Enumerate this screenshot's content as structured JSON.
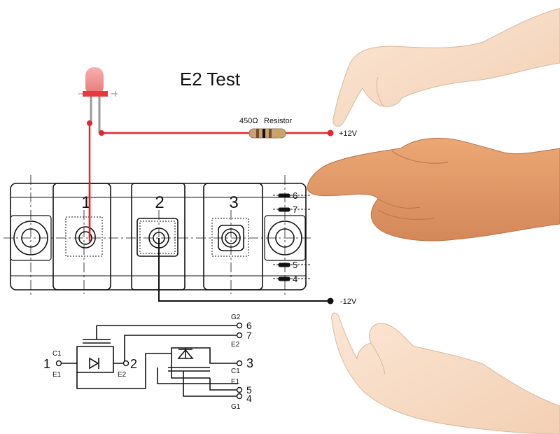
{
  "title": "E2 Test",
  "resistor": {
    "value": "450Ω",
    "word": "Resistor"
  },
  "supply": {
    "positive": "+12V",
    "negative": "-12V"
  },
  "module": {
    "terminals": [
      "1",
      "2",
      "3"
    ],
    "side_pins_top": [
      "6",
      "7"
    ],
    "side_pins_bottom": [
      "5",
      "4"
    ]
  },
  "schematic": {
    "left_terminal": "1",
    "left_c": "C1",
    "left_e": "E1",
    "mid_terminal": "2",
    "mid_e": "E2",
    "right_g2": "G2",
    "right_e2": "E2",
    "right_c1": "C1",
    "right_e1": "E1",
    "right_g1": "G1",
    "pin6": "6",
    "pin7": "7",
    "pin3": "3",
    "pin5": "5",
    "pin4": "4"
  },
  "colors": {
    "wire_red": "#e8262a",
    "wire_black": "#111111",
    "skin": "#f7dcc4",
    "skin_tan": "#e0996a",
    "led": "#f08080"
  }
}
